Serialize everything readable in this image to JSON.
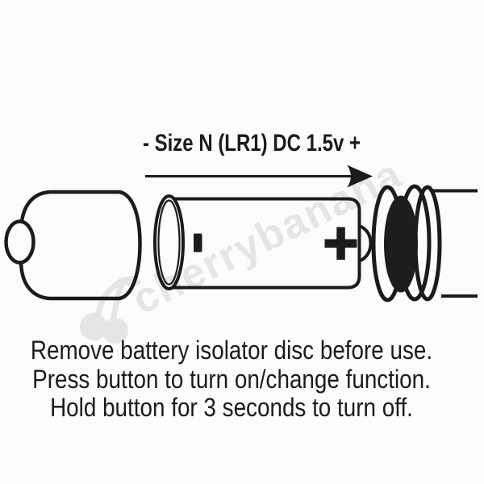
{
  "title": "- Size N (LR1) DC 1.5v +",
  "battery": {
    "type_label": "Size N (LR1)",
    "voltage_label": "DC 1.5v",
    "negative_symbol": "-",
    "positive_symbol": "+"
  },
  "arrow": {
    "direction": "right"
  },
  "instructions": {
    "lines": [
      "Remove battery isolator disc before use.",
      "Press button to turn on/change function.",
      "Hold button for 3 seconds to turn off."
    ]
  },
  "watermark": {
    "text": "cherrybanana",
    "color": "#e8e8e8"
  },
  "colors": {
    "background": "#fcfcfc",
    "ink": "#1b1b1b",
    "isolator_disc": "#1d1d1d",
    "watermark": "#e8e8e8"
  }
}
